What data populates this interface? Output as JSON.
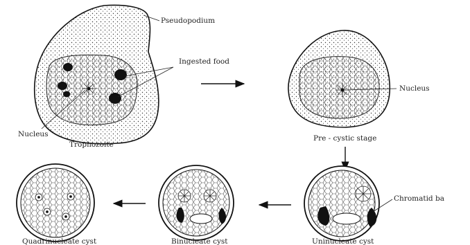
{
  "labels": {
    "pseudopodium": "Pseudopodium",
    "ingested_food": "Ingested food",
    "nucleus_troph": "Nucleus",
    "trophozoite": "Trophozoite",
    "nucleus_precyst": "Nucleus",
    "precystic": "Pre - cystic stage",
    "chromatid": "Chromatid ba",
    "uninucleate": "Uninucleate cyst",
    "binucleate": "Binucleate cyst",
    "quadrinucleate": "Quadrinucleate cyst"
  }
}
